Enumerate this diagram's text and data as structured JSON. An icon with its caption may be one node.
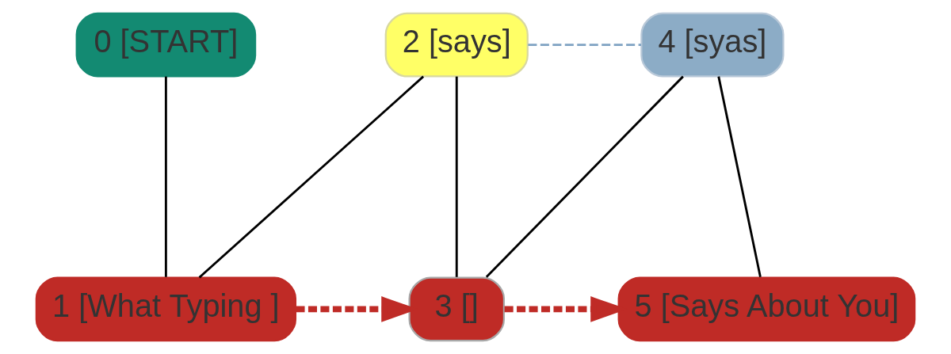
{
  "diagram": {
    "nodes": [
      {
        "text": [
          "0 [START]"
        ]
      },
      {
        "text": [
          "1 [What Typing ]"
        ]
      },
      {
        "text": [
          "2 [says]"
        ]
      },
      {
        "text": [
          "3 []"
        ]
      },
      {
        "text": [
          "4 [syas]"
        ]
      },
      {
        "text": [
          "5 [Says About You]"
        ]
      }
    ],
    "edges": [
      {
        "from": 0,
        "to": 1,
        "arrow": "none"
      },
      {
        "from": 1,
        "to": 2,
        "arrow": "none"
      },
      {
        "from": 2,
        "to": 3,
        "arrow": "none"
      },
      {
        "from": 2,
        "to": 4,
        "arrow": "none",
        "style": "dashed",
        "color": "#7fa3c2"
      },
      {
        "from": 4,
        "to": 3,
        "arrow": "none"
      },
      {
        "from": 4,
        "to": 5,
        "arrow": "none"
      },
      {
        "from": 1,
        "to": 3,
        "arrow": "to",
        "style": "dashed",
        "color": "#bf2b26"
      },
      {
        "from": 3,
        "to": 5,
        "arrow": "to",
        "style": "dashed",
        "color": "#bf2b26"
      }
    ]
  }
}
